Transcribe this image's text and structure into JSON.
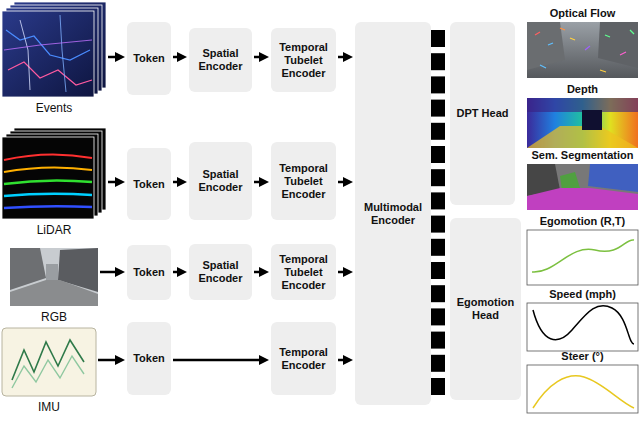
{
  "diagram": {
    "nodes": [
      {
        "text": [
          "Events"
        ]
      },
      {
        "text": [
          "Token"
        ]
      },
      {
        "text": [
          "Spatial Encoder"
        ]
      },
      {
        "text": [
          "Temporal Tubelet Encoder"
        ]
      },
      {
        "text": [
          "LiDAR"
        ]
      },
      {
        "text": [
          "Token"
        ]
      },
      {
        "text": [
          "Spatial Encoder"
        ]
      },
      {
        "text": [
          "Temporal Tubelet Encoder"
        ]
      },
      {
        "text": [
          "RGB"
        ]
      },
      {
        "text": [
          "Token"
        ]
      },
      {
        "text": [
          "Spatial Encoder"
        ]
      },
      {
        "text": [
          "Temporal Tubelet Encoder"
        ]
      },
      {
        "text": [
          "IMU"
        ]
      },
      {
        "text": [
          "Token"
        ]
      },
      {
        "text": [
          "Temporal Encoder"
        ]
      },
      {
        "text": [
          "Multimodal Encoder"
        ]
      },
      {
        "text": [
          "DPT Head"
        ]
      },
      {
        "text": [
          "Egomotion Head"
        ]
      },
      {
        "text": [
          "Optical Flow"
        ]
      },
      {
        "text": [
          "Depth"
        ]
      },
      {
        "text": [
          "Sem. Segmentation"
        ]
      },
      {
        "text": [
          "Egomotion (R,T)"
        ]
      },
      {
        "text": [
          "Speed (mph)"
        ]
      },
      {
        "text": [
          "Steer (°)"
        ]
      }
    ],
    "edges": [
      {
        "from": 0,
        "to": 1,
        "arrow": "to"
      },
      {
        "from": 1,
        "to": 2,
        "arrow": "to"
      },
      {
        "from": 2,
        "to": 3,
        "arrow": "to"
      },
      {
        "from": 3,
        "to": 15,
        "arrow": "to"
      },
      {
        "from": 4,
        "to": 5,
        "arrow": "to"
      },
      {
        "from": 5,
        "to": 6,
        "arrow": "to"
      },
      {
        "from": 6,
        "to": 7,
        "arrow": "to"
      },
      {
        "from": 7,
        "to": 15,
        "arrow": "to"
      },
      {
        "from": 8,
        "to": 9,
        "arrow": "to"
      },
      {
        "from": 9,
        "to": 10,
        "arrow": "to"
      },
      {
        "from": 10,
        "to": 11,
        "arrow": "to"
      },
      {
        "from": 11,
        "to": 15,
        "arrow": "to"
      },
      {
        "from": 12,
        "to": 13,
        "arrow": "to"
      },
      {
        "from": 13,
        "to": 14,
        "arrow": "to"
      },
      {
        "from": 14,
        "to": 15,
        "arrow": "to"
      }
    ]
  }
}
